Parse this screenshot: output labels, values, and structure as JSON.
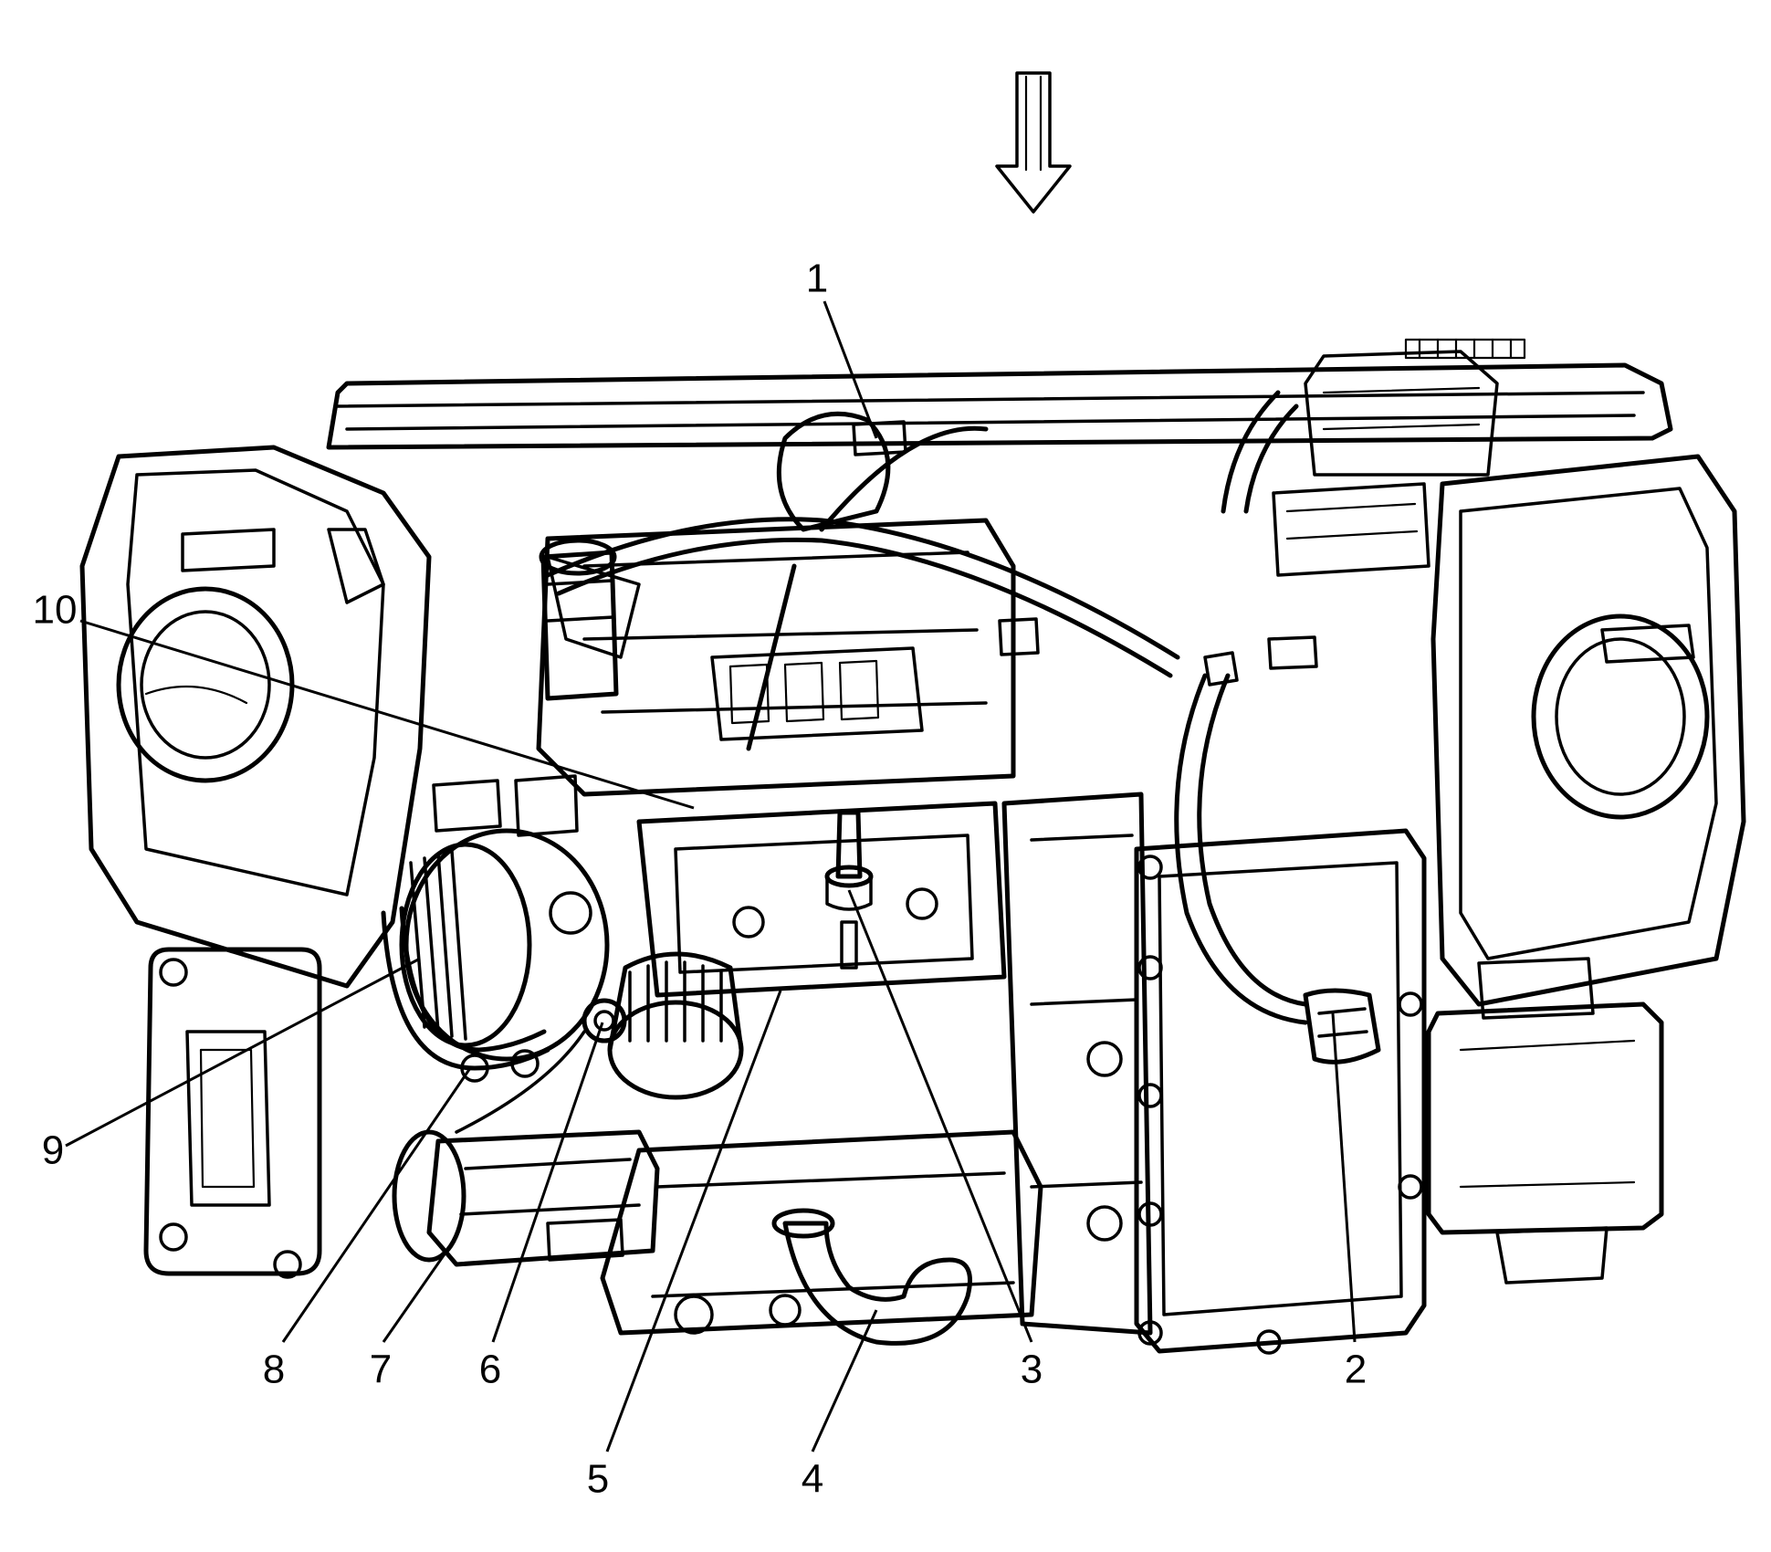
{
  "colors": {
    "ink": "#000000",
    "background": "#ffffff"
  },
  "callouts": [
    {
      "id": "1",
      "label": "1"
    },
    {
      "id": "2",
      "label": "2"
    },
    {
      "id": "3",
      "label": "3"
    },
    {
      "id": "4",
      "label": "4"
    },
    {
      "id": "5",
      "label": "5"
    },
    {
      "id": "6",
      "label": "6"
    },
    {
      "id": "7",
      "label": "7"
    },
    {
      "id": "8",
      "label": "8"
    },
    {
      "id": "9",
      "label": "9"
    },
    {
      "id": "10",
      "label": "10"
    }
  ],
  "view_arrow": {
    "icon": "down-arrow-icon"
  }
}
